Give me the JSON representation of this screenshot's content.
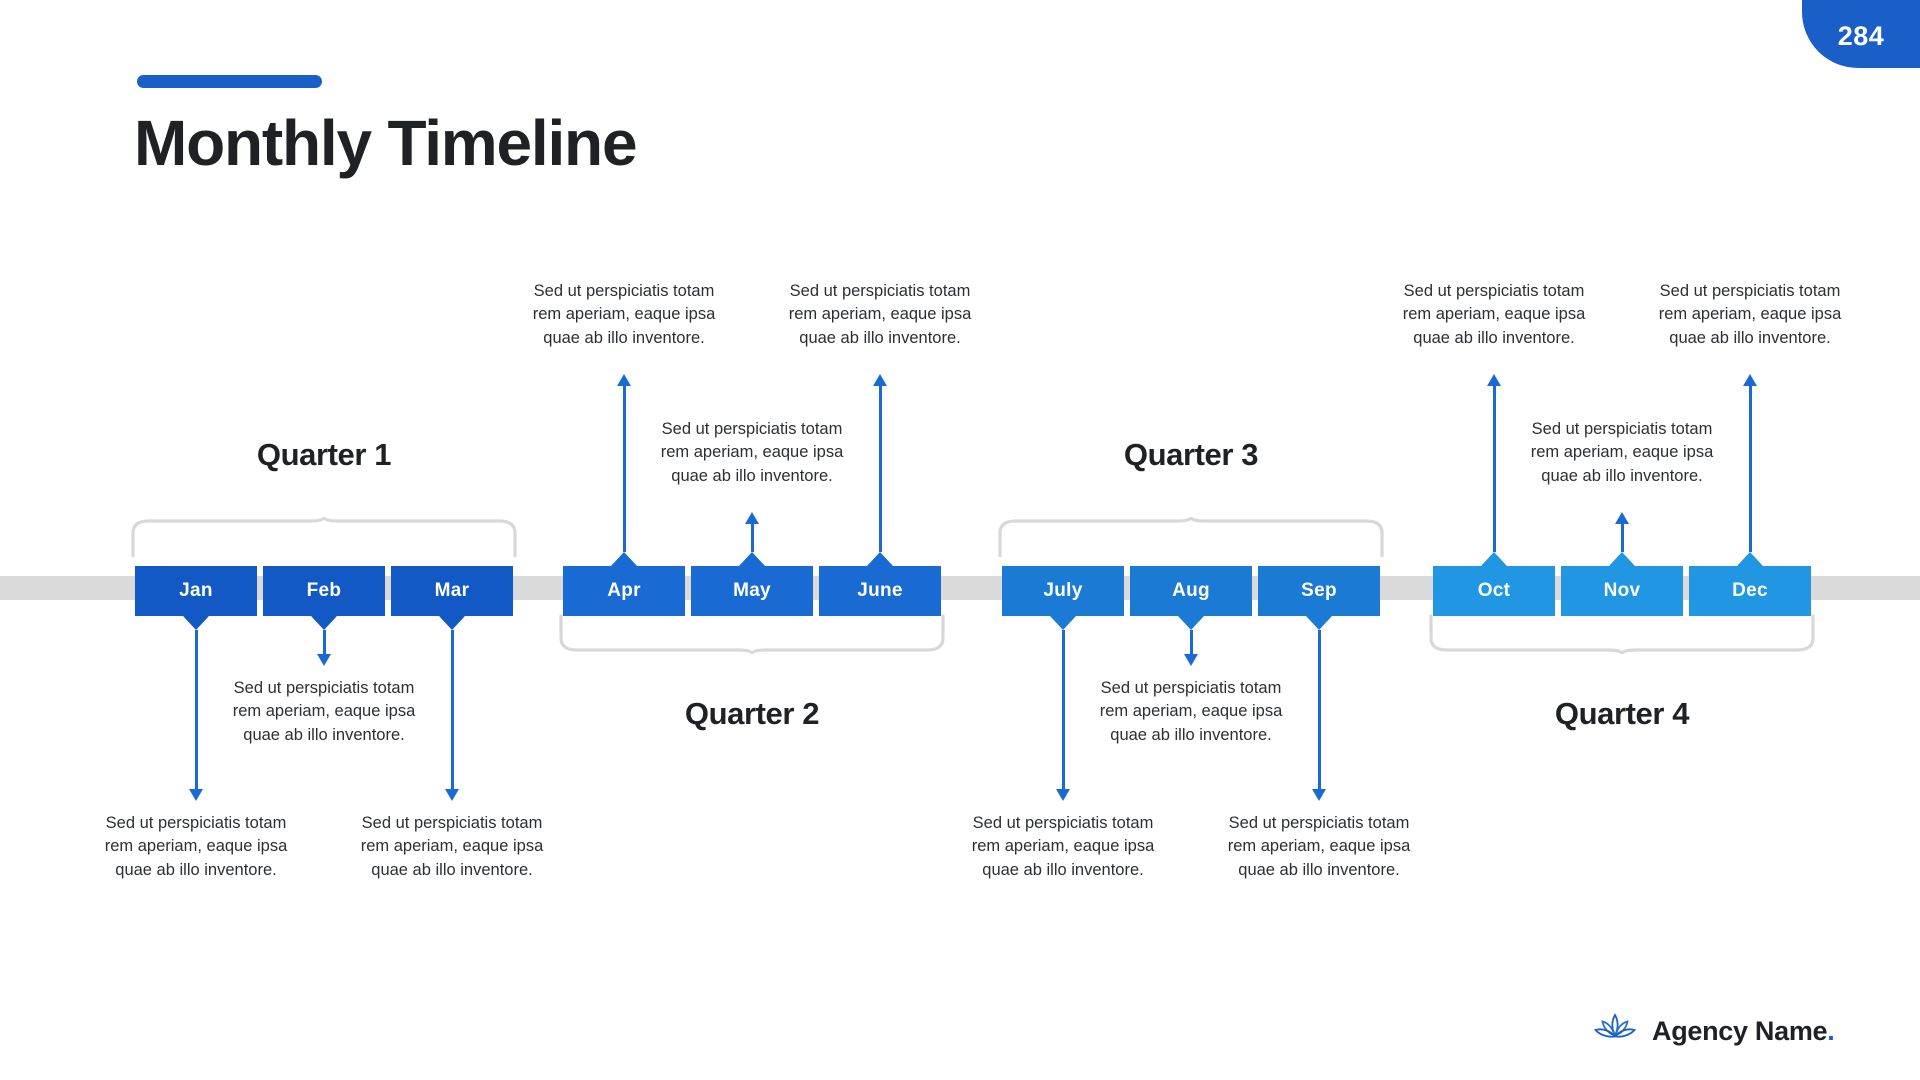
{
  "page": {
    "number_badge": "284",
    "title": "Monthly Timeline",
    "accent_color": "#1a5fc8",
    "timeline_bar_color": "#dadada",
    "background": "#ffffff"
  },
  "footer": {
    "logo_icon": "lotus-icon",
    "brand_name": "Agency Name",
    "brand_dot": ".",
    "brand_dot_color": "#1a5fc8"
  },
  "body_text": "Sed ut perspiciatis totam rem aperiam, eaque ipsa quae ab illo inventore.",
  "quarters": [
    {
      "label": "Quarter 1",
      "box_color": "#1359c6",
      "brace_direction": "up",
      "label_position": "above",
      "months": [
        {
          "label": "Jan",
          "text": "Sed ut perspiciatis totam rem aperiam, eaque ipsa quae ab illo inventore.",
          "text_side": "below",
          "arrow_length": "long"
        },
        {
          "label": "Feb",
          "text": "Sed ut perspiciatis totam rem aperiam, eaque ipsa quae ab illo inventore.",
          "text_side": "below",
          "arrow_length": "short"
        },
        {
          "label": "Mar",
          "text": "Sed ut perspiciatis totam rem aperiam, eaque ipsa quae ab illo inventore.",
          "text_side": "below",
          "arrow_length": "long"
        }
      ]
    },
    {
      "label": "Quarter 2",
      "box_color": "#1a6ad4",
      "brace_direction": "down",
      "label_position": "below",
      "months": [
        {
          "label": "Apr",
          "text": "Sed ut perspiciatis totam rem aperiam, eaque ipsa quae ab illo inventore.",
          "text_side": "above",
          "arrow_length": "long"
        },
        {
          "label": "May",
          "text": "Sed ut perspiciatis totam rem aperiam, eaque ipsa quae ab illo inventore.",
          "text_side": "above",
          "arrow_length": "short"
        },
        {
          "label": "June",
          "text": "Sed ut perspiciatis totam rem aperiam, eaque ipsa quae ab illo inventore.",
          "text_side": "above",
          "arrow_length": "long"
        }
      ]
    },
    {
      "label": "Quarter 3",
      "box_color": "#1a7ad4",
      "brace_direction": "up",
      "label_position": "above",
      "months": [
        {
          "label": "July",
          "text": "Sed ut perspiciatis totam rem aperiam, eaque ipsa quae ab illo inventore.",
          "text_side": "below",
          "arrow_length": "long"
        },
        {
          "label": "Aug",
          "text": "Sed ut perspiciatis totam rem aperiam, eaque ipsa quae ab illo inventore.",
          "text_side": "below",
          "arrow_length": "short"
        },
        {
          "label": "Sep",
          "text": "Sed ut perspiciatis totam rem aperiam, eaque ipsa quae ab illo inventore.",
          "text_side": "below",
          "arrow_length": "long"
        }
      ]
    },
    {
      "label": "Quarter 4",
      "box_color": "#2196e3",
      "brace_direction": "down",
      "label_position": "below",
      "months": [
        {
          "label": "Oct",
          "text": "Sed ut perspiciatis totam rem aperiam, eaque ipsa quae ab illo inventore.",
          "text_side": "above",
          "arrow_length": "long"
        },
        {
          "label": "Nov",
          "text": "Sed ut perspiciatis totam rem aperiam, eaque ipsa quae ab illo inventore.",
          "text_side": "above",
          "arrow_length": "short"
        },
        {
          "label": "Dec",
          "text": "Sed ut perspiciatis totam rem aperiam, eaque ipsa quae ab illo inventore.",
          "text_side": "above",
          "arrow_length": "long"
        }
      ]
    }
  ]
}
